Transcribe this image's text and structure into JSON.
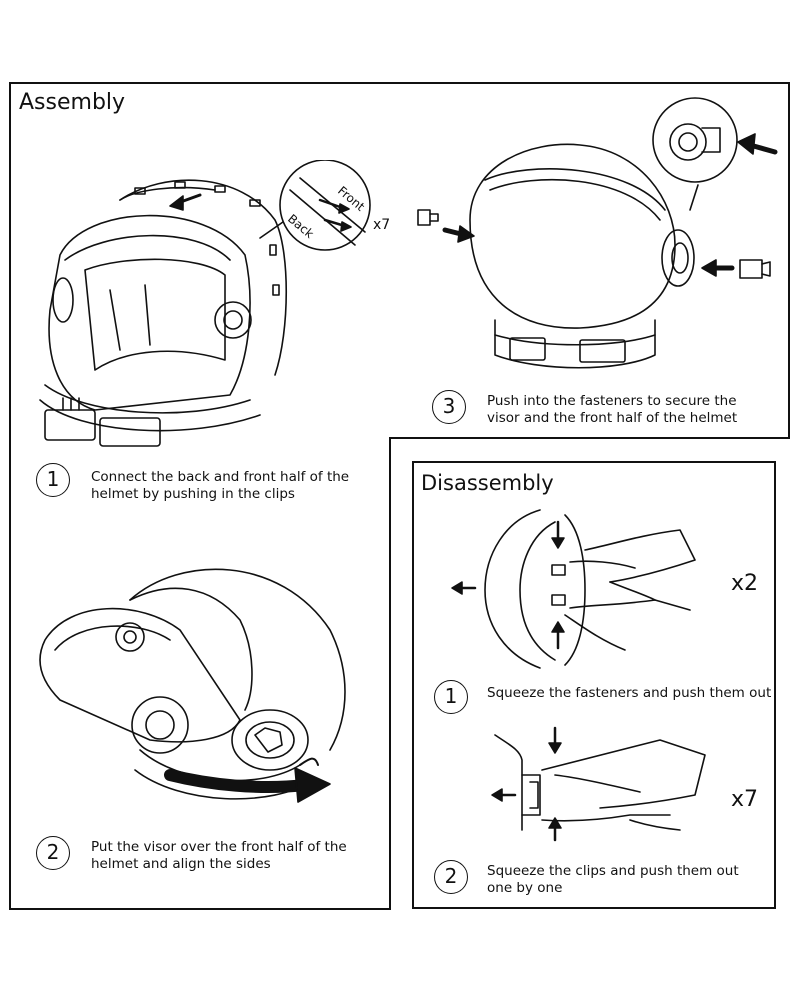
{
  "assembly": {
    "title": "Assembly",
    "steps": [
      {
        "number": "1",
        "text": "Connect the back and front half of the helmet by pushing in the clips"
      },
      {
        "number": "2",
        "text": "Put the visor over the front half of the helmet and align the sides"
      },
      {
        "number": "3",
        "text": "Push into the fasteners to secure the visor and the front half of the helmet"
      }
    ],
    "clip_labels": {
      "front": "Front",
      "back": "Back"
    },
    "clip_count": "x7"
  },
  "disassembly": {
    "title": "Disassembly",
    "steps": [
      {
        "number": "1",
        "text": "Squeeze the fasteners and push them out",
        "count": "x2"
      },
      {
        "number": "2",
        "text": "Squeeze the clips and push them out one by one",
        "count": "x7"
      }
    ]
  }
}
